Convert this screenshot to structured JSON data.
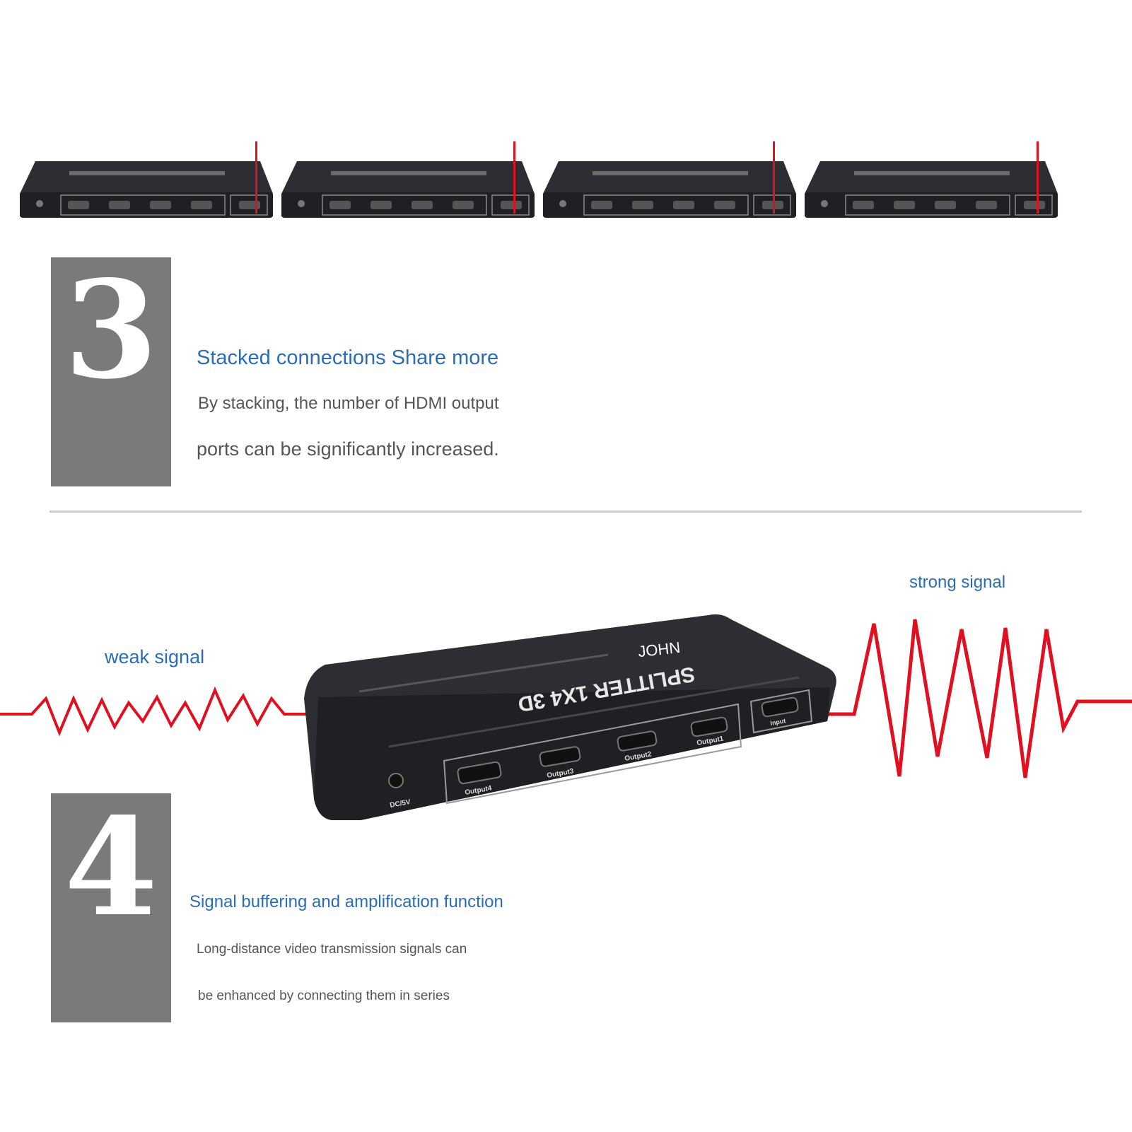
{
  "feature3": {
    "number": "3",
    "heading": "Stacked connections Share more",
    "line1": "By stacking, the number of HDMI output",
    "line2": "ports can be significantly increased."
  },
  "feature4": {
    "number": "4",
    "heading": "Signal buffering and amplification function",
    "line1": "Long-distance video transmission signals can",
    "line2": "be enhanced by connecting them in series"
  },
  "signal": {
    "weak_label": "weak signal",
    "strong_label": "strong signal"
  },
  "device": {
    "brand": "JOHN",
    "model": "SPLITTER 1X4 3D",
    "power_label": "DC/5V",
    "input_label": "Input",
    "outputs": [
      "Output4",
      "Output3",
      "Output2",
      "Output1"
    ]
  },
  "colors": {
    "accent_text": "#2b6cb8",
    "signal_red": "#e01020",
    "number_box": "#7a7a7a",
    "device_body": "#2c2e33"
  },
  "icons": [
    "hdmi-port-icon",
    "power-jack-icon"
  ]
}
